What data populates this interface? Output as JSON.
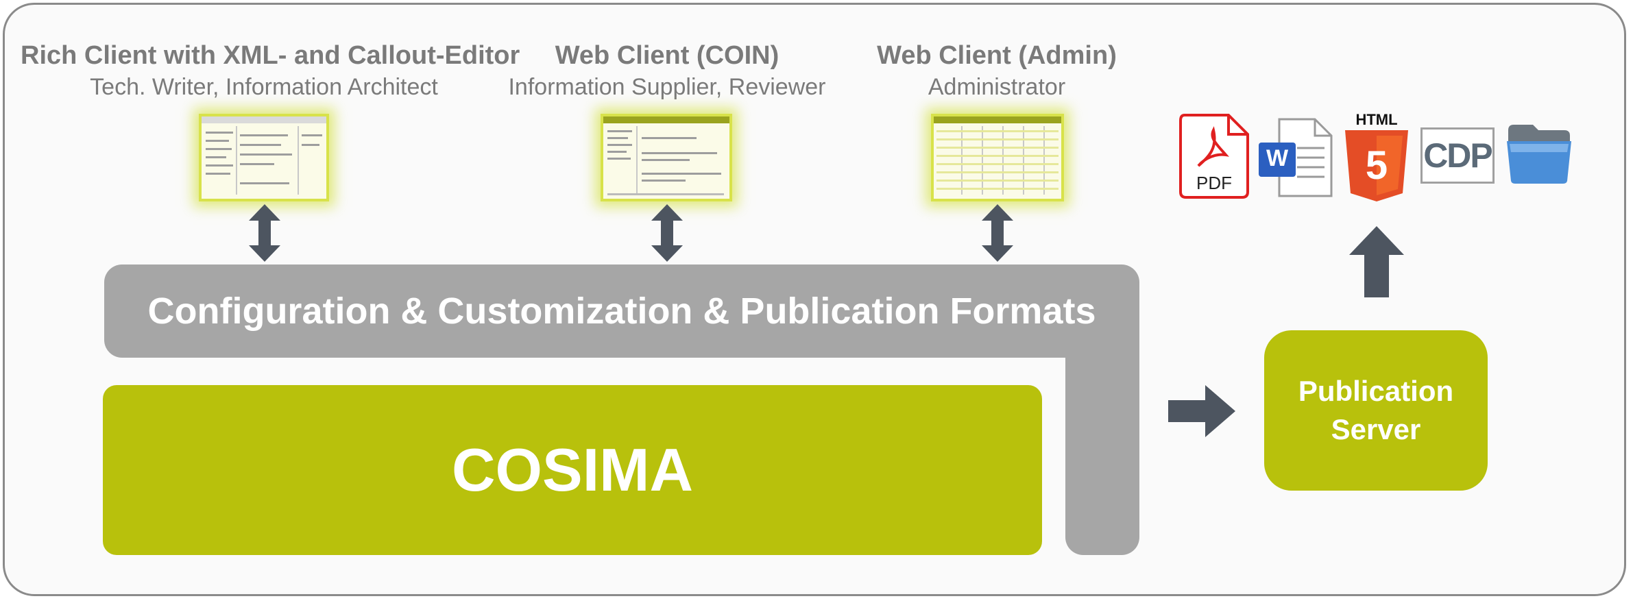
{
  "clients": [
    {
      "title": "Rich Client with XML- and Callout-Editor",
      "subtitle": "Tech. Writer, Information Architect"
    },
    {
      "title": "Web Client (COIN)",
      "subtitle": "Information Supplier, Reviewer"
    },
    {
      "title": "Web Client (Admin)",
      "subtitle": "Administrator"
    }
  ],
  "config_label": "Configuration & Customization & Publication Formats",
  "cosima_label": "COSIMA",
  "publication_server": {
    "line1": "Publication",
    "line2": "Server"
  },
  "output_formats": [
    {
      "icon": "pdf-icon",
      "label": "PDF"
    },
    {
      "icon": "word-icon",
      "label": "W"
    },
    {
      "icon": "html5-icon",
      "label": "HTML",
      "badge": "5"
    },
    {
      "icon": "cdp-icon",
      "label": "CDP"
    },
    {
      "icon": "folder-icon"
    }
  ],
  "colors": {
    "accent_green": "#b8c10c",
    "config_gray": "#a6a6a6",
    "arrow_gray": "#4d5560",
    "pdf_red": "#e02020",
    "word_blue": "#2b5fc0",
    "html_orange": "#e44d26"
  }
}
